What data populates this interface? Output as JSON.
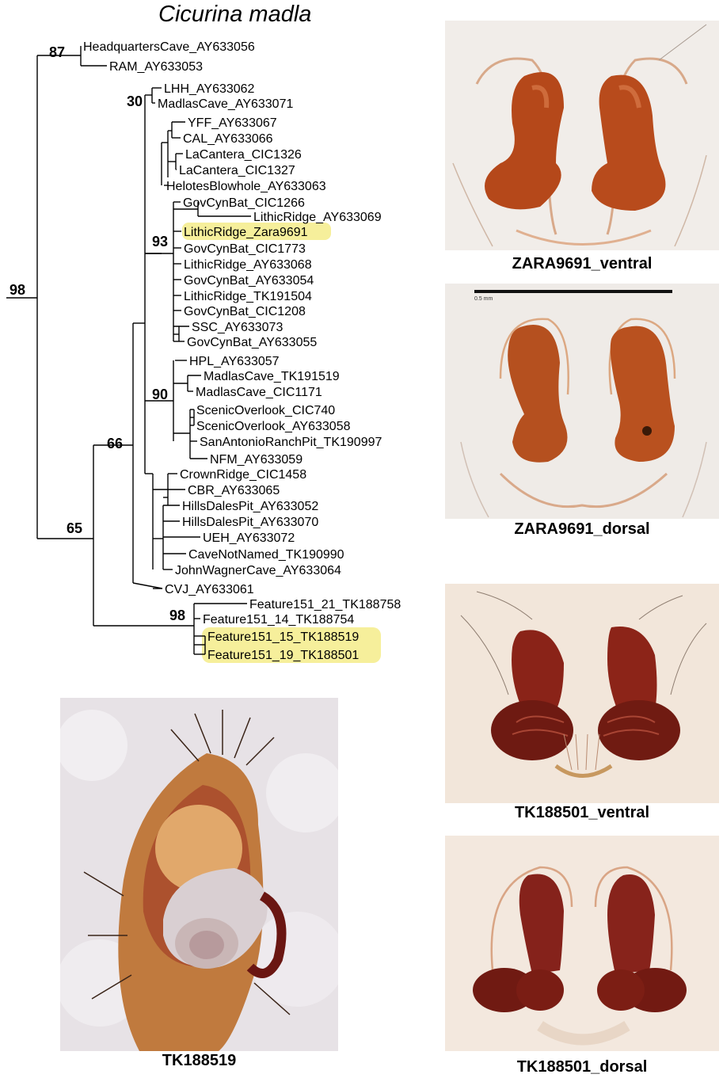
{
  "title": "Cicurina madla",
  "tree": {
    "highlight_color": "#f6ef9b",
    "line_color": "#000000",
    "leaves": [
      "HeadquartersCave_AY633056",
      "RAM_AY633053",
      "LHH_AY633062",
      "MadlasCave_AY633071",
      "YFF_AY633067",
      "CAL_AY633066",
      "LaCantera_CIC1326",
      "LaCantera_CIC1327",
      "HelotesBlowhole_AY633063",
      "GovCynBat_CIC1266",
      "LithicRidge_AY633069",
      "LithicRidge_Zara9691",
      "GovCynBat_CIC1773",
      "LithicRidge_AY633068",
      "GovCynBat_AY633054",
      "LithicRidge_TK191504",
      "GovCynBat_CIC1208",
      "SSC_AY633073",
      "GovCynBat_AY633055",
      "HPL_AY633057",
      "MadlasCave_TK191519",
      "MadlasCave_CIC1171",
      "ScenicOverlook_CIC740",
      "ScenicOverlook_AY633058",
      "SanAntonioRanchPit_TK190997",
      "NFM_AY633059",
      "CrownRidge_CIC1458",
      "CBR_AY633065",
      "HillsDalesPit_AY633052",
      "HillsDalesPit_AY633070",
      "UEH_AY633072",
      "CaveNotNamed_TK190990",
      "JohnWagnerCave_AY633064",
      "CVJ_AY633061",
      "Feature151_21_TK188758",
      "Feature151_14_TK188754",
      "Feature151_15_TK188519",
      "Feature151_19_TK188501"
    ],
    "highlighted_leaves": [
      "LithicRidge_Zara9691",
      "Feature151_15_TK188519",
      "Feature151_19_TK188501"
    ],
    "support_values": [
      "98",
      "87",
      "30",
      "93",
      "90",
      "66",
      "65",
      "98"
    ]
  },
  "photos": [
    {
      "caption": "ZARA9691_ventral",
      "bg": "#f1ede9"
    },
    {
      "caption": "ZARA9691_dorsal",
      "bg": "#efebe7",
      "scale_label": "0.5 mm"
    },
    {
      "caption": "TK188501_ventral",
      "bg": "#f2e6da"
    },
    {
      "caption": "TK188501_dorsal",
      "bg": "#f3e8de"
    },
    {
      "caption": "TK188519",
      "bg": "#e7e2e6"
    }
  ]
}
